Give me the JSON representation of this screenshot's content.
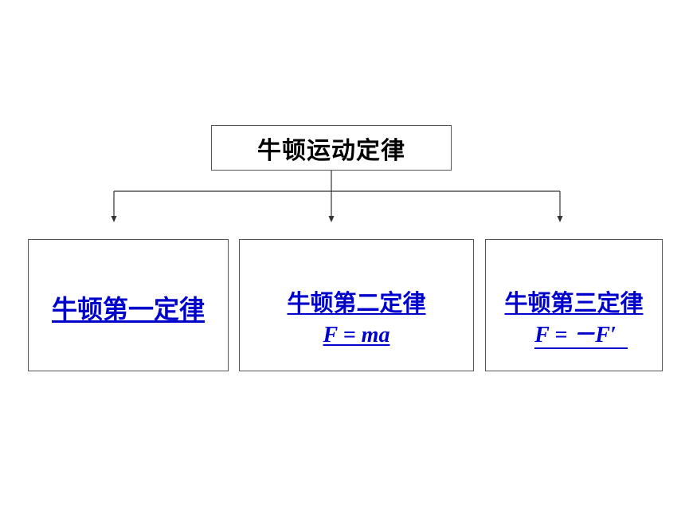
{
  "root": {
    "label": "牛顿运动定律"
  },
  "laws": {
    "first": {
      "label": "牛顿第一定律"
    },
    "second": {
      "label": "牛顿第二定律",
      "formula": "F = ma"
    },
    "third": {
      "label": "牛顿第三定律",
      "formula": "F = －F′"
    }
  },
  "colors": {
    "link": "#0000cc",
    "text": "#000000",
    "border": "#555555",
    "connector": "#333333"
  }
}
